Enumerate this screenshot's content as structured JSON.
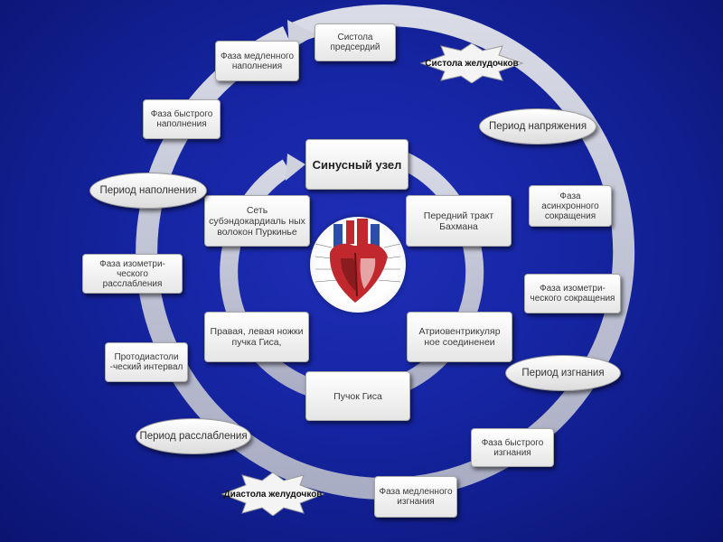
{
  "center": "Синусный узел",
  "inner_boxes": [
    "Передний тракт Бахмана",
    "Атриовентрикуляр ное соединенеи",
    "Пучок Гиса",
    "Правая, левая ножки пучка Гиса,",
    "Сеть субэндокардиаль ных волокон Пуркинье"
  ],
  "outer_boxes": {
    "atrial_systole": "Систола предсердий",
    "async_contraction": "Фаза асинхронного сокращения",
    "isometric_contraction": "Фаза изометри-ческого сокращения",
    "fast_ejection": "Фаза быстрого изгнания",
    "slow_ejection": "Фаза медленного изгнания",
    "protodiastolic": "Протодиастоли -ческий интервал",
    "isometric_relaxation": "Фаза изометри-ческого расслабления",
    "fast_filling": "Фаза быстрого наполнения",
    "slow_filling": "Фаза медленного наполнения"
  },
  "periods": {
    "tension": "Период напряжения",
    "ejection": "Период изгнания",
    "relaxation": "Период расслабления",
    "filling": "Период наполнения"
  },
  "stars": {
    "ventricular_systole": "Систола желудочков",
    "ventricular_diastole": "Диастола желудочков"
  },
  "colors": {
    "background": "#1524a0",
    "ring": "#c4c7d8",
    "box": "#f2f2f2",
    "heart_red": "#c0282d"
  },
  "icons": {
    "heart": "heart-anatomy-icon"
  }
}
